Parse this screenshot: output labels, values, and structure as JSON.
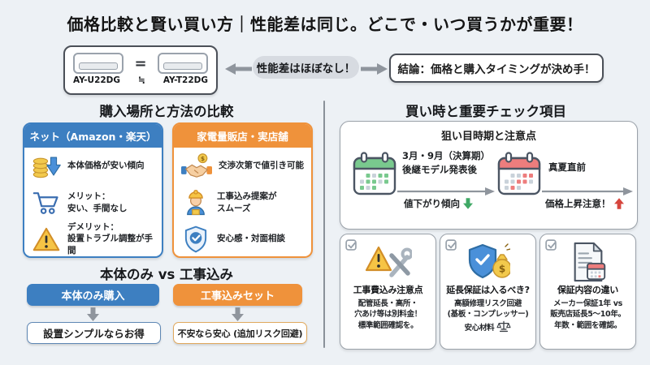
{
  "colors": {
    "blue": "#3d7fc1",
    "orange": "#ef923b",
    "green": "#3fa865",
    "red": "#d6453d",
    "arrow_gray": "#8f959d"
  },
  "title": "価格比較と賢い買い方｜性能差は同じ。どこで・いつ買うかが重要！",
  "top": {
    "model_left": "AY-U22DG",
    "equals": "=",
    "approx": "≒",
    "model_right": "AY-T22DG",
    "pill": "性能差はほぼなし！",
    "conclusion": "結論：価格と購入タイミングが決め手！"
  },
  "left": {
    "section_title": "購入場所と方法の比較",
    "net_card": {
      "header": "ネット（Amazon・楽天）",
      "items": [
        {
          "icon": "coins-down-icon",
          "text": "本体価格が安い傾向"
        },
        {
          "icon": "cart-icon",
          "text": "メリット：\n安い、手間なし"
        },
        {
          "icon": "warning-icon",
          "text": "デメリット：\n設置トラブル調整が手間"
        }
      ]
    },
    "store_card": {
      "header": "家電量販店・実店舗",
      "items": [
        {
          "icon": "handshake-money-icon",
          "text": "交渉次第で値引き可能"
        },
        {
          "icon": "worker-icon",
          "text": "工事込み提案が\nスムーズ"
        },
        {
          "icon": "shield-check-icon",
          "text": "安心感・対面相談"
        }
      ]
    },
    "vs_title": "本体のみ vs 工事込み",
    "vs_left": {
      "pill": "本体のみ購入",
      "result": "設置シンプルならお得"
    },
    "vs_right": {
      "pill": "工事込みセット",
      "result": "不安なら安心 (追加リスク回避)"
    }
  },
  "right": {
    "section_title": "買い時と重要チェック項目",
    "timing": {
      "header": "狙い目時期と注意点",
      "green": {
        "icon": "calendar-green-icon",
        "top": "3月・9月（決算期）\n後継モデル発表後",
        "bottom": "値下がり傾向"
      },
      "red": {
        "icon": "calendar-red-icon",
        "top": "真夏直前",
        "bottom": "価格上昇注意！"
      }
    },
    "cards": [
      {
        "icon": "warning-tools-icon",
        "title": "工事費込み注意点",
        "body": "配管延長・高所・\n穴あけ等は別料金！\n標準範囲確認を。"
      },
      {
        "icon": "shield-moneybag-icon",
        "title": "延長保証は入るべき?",
        "body": "高額修理リスク回避\n(基板・コンプレッサー)\n安心材料"
      },
      {
        "icon": "document-calendar-icon",
        "title": "保証内容の違い",
        "body": "メーカー保証1年 vs\n販売店延長5〜10年。\n年数・範囲を確認。"
      }
    ]
  }
}
